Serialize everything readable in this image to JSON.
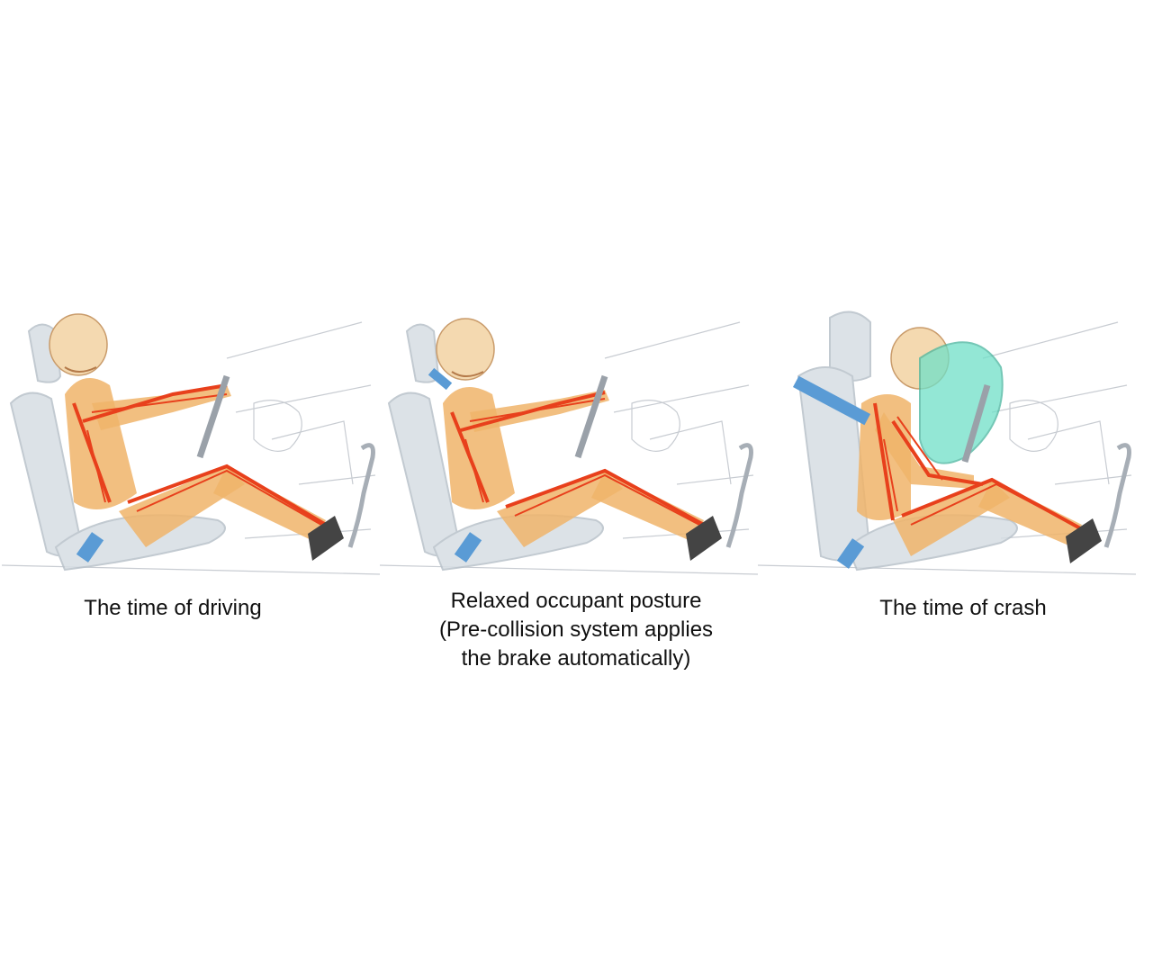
{
  "panels": [
    {
      "id": "driving",
      "caption_lines": [
        "The time of driving"
      ],
      "posture": "upright",
      "airbag_deployed": false,
      "belt_tightened": false
    },
    {
      "id": "relaxed",
      "caption_lines": [
        "Relaxed occupant posture",
        "(Pre-collision system applies",
        "the brake automatically)"
      ],
      "posture": "relaxed",
      "airbag_deployed": false,
      "belt_tightened": false
    },
    {
      "id": "crash",
      "caption_lines": [
        "The time of crash"
      ],
      "posture": "forward",
      "airbag_deployed": true,
      "belt_tightened": true
    }
  ],
  "colors": {
    "muscle": "#e8401c",
    "skin": "#f0b46a",
    "bone": "#f4d9b0",
    "seat": "#d6dde3",
    "belt": "#5a9bd5",
    "airbag": "#6fe0c8",
    "shoe": "#444444",
    "interior": "#c8ccd2"
  }
}
